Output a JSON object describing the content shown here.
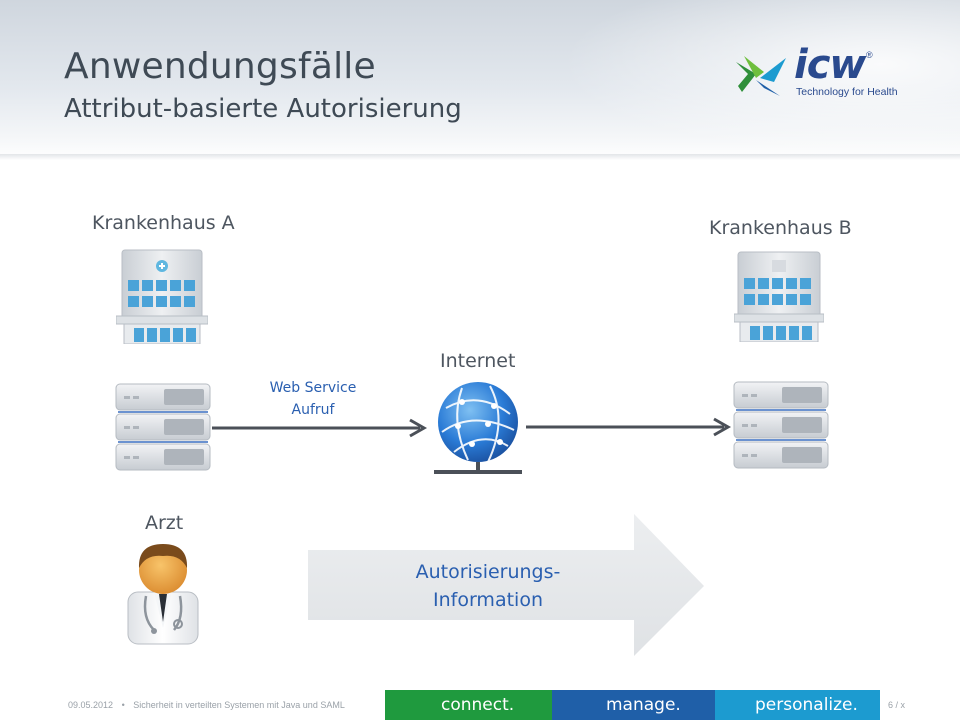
{
  "slide": {
    "title": "Anwendungsfälle",
    "subtitle": "Attribut-basierte Autorisierung"
  },
  "logo": {
    "word": "icw",
    "registered": "®",
    "tagline": "Technology for Health"
  },
  "diagram": {
    "hospital_a_label": "Krankenhaus A",
    "hospital_b_label": "Krankenhaus B",
    "internet_label": "Internet",
    "web_service_line1": "Web Service",
    "web_service_line2": "Aufruf",
    "doctor_label": "Arzt",
    "auth_info_line1": "Autorisierungs-",
    "auth_info_line2": "Information",
    "icons": [
      "hospital-a-icon",
      "hospital-b-icon",
      "server-a-icon",
      "server-b-icon",
      "globe-icon",
      "doctor-icon"
    ]
  },
  "footer": {
    "date": "09.05.2012",
    "separator": "•",
    "topic": "Sicherheit in verteilten Systemen mit Java und SAML",
    "connect": "connect.",
    "manage": "manage.",
    "personalize": "personalize.",
    "page": "6 / x",
    "colors": {
      "connect": "#1f9a3e",
      "manage": "#1f5fa8",
      "personalize": "#1c9bd0"
    }
  }
}
